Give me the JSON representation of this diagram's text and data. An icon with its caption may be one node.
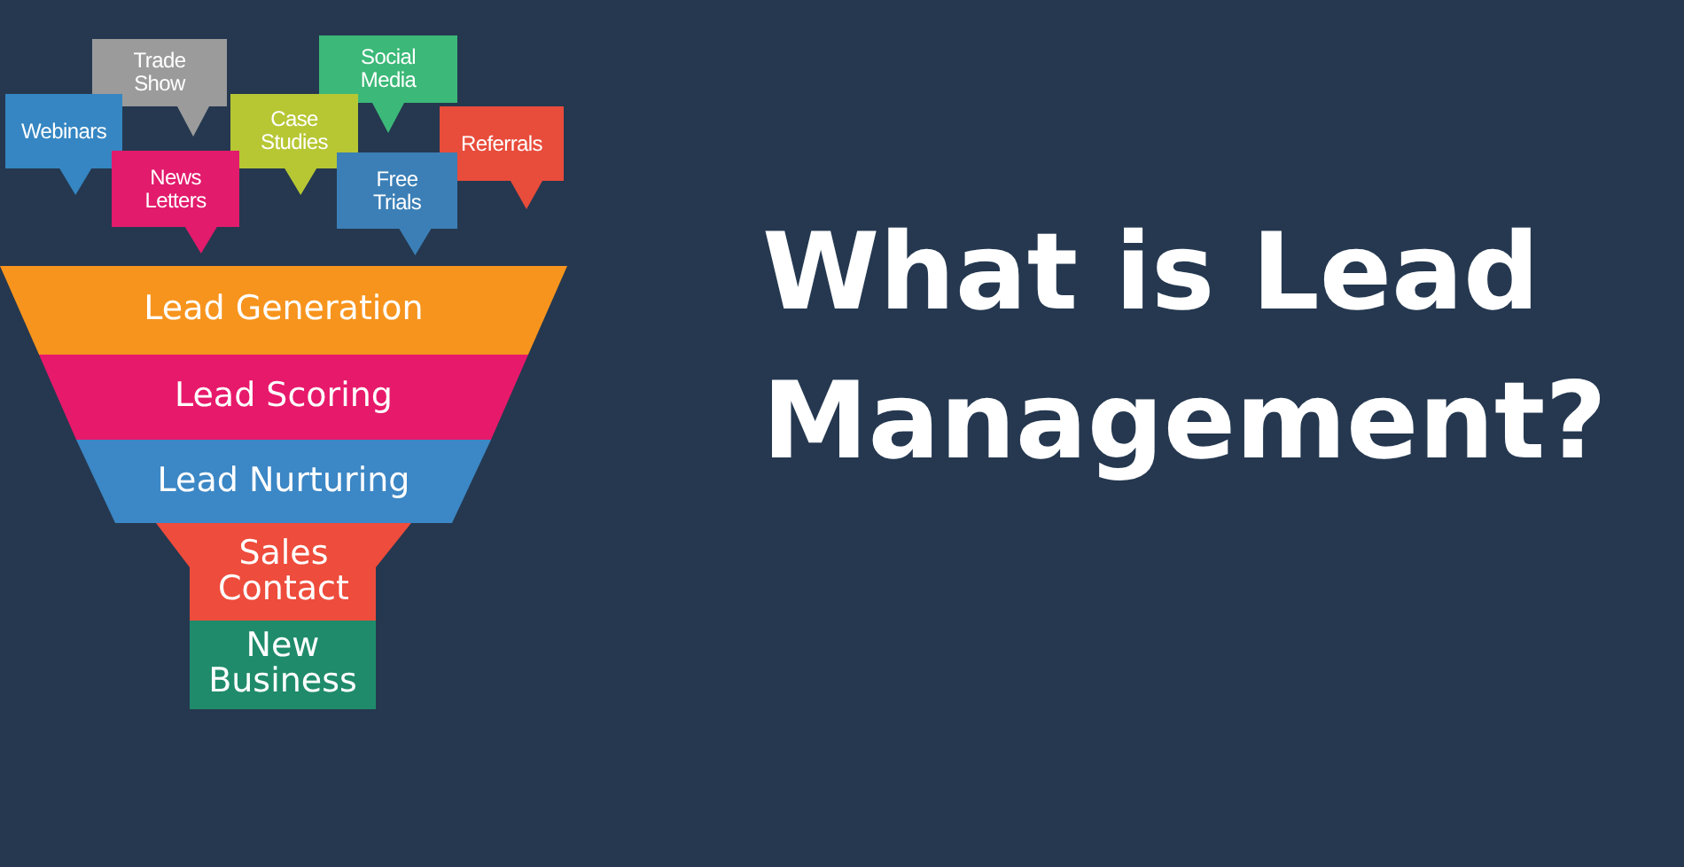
{
  "diagram": {
    "title": "What is Lead Management?",
    "nodes": [
      {
        "text": [
          "Trade Show"
        ]
      },
      {
        "text": [
          "Social Media"
        ]
      },
      {
        "text": [
          "Webinars"
        ]
      },
      {
        "text": [
          "Case Studies"
        ]
      },
      {
        "text": [
          "Referrals"
        ]
      },
      {
        "text": [
          "News Letters"
        ]
      },
      {
        "text": [
          "Free Trials"
        ]
      },
      {
        "text": [
          "Lead Generation"
        ]
      },
      {
        "text": [
          "Lead Scoring"
        ]
      },
      {
        "text": [
          "Lead Nurturing"
        ]
      },
      {
        "text": [
          "Sales Contact"
        ]
      },
      {
        "text": [
          "New Business"
        ]
      }
    ]
  }
}
